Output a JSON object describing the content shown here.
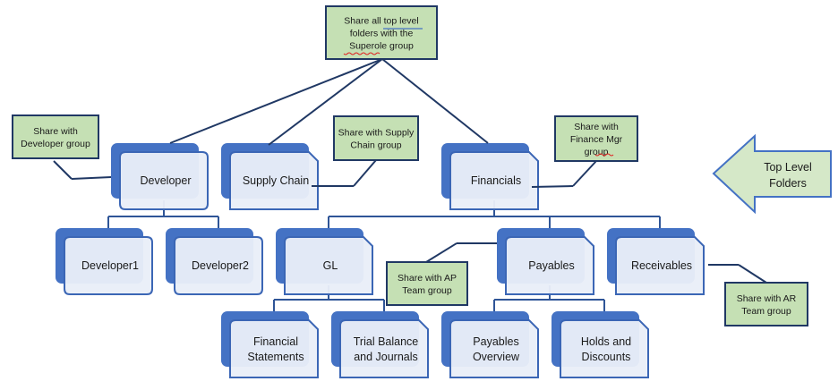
{
  "colors": {
    "folder_back": "#4472C4",
    "folder_front": "#E9EEF8",
    "folder_outline": "#3B66B5",
    "connector": "#2F5597",
    "note_fill": "#C5E0B4",
    "note_border": "#203864",
    "arrow_fill": "#D5E8C8",
    "arrow_border": "#4472C4",
    "spell_underline": "#E02020",
    "grammar_underline": "#4472C4"
  },
  "folders": [
    {
      "id": "developer",
      "lines": [
        "Developer"
      ],
      "level": 1
    },
    {
      "id": "supply-chain",
      "lines": [
        "Supply Chain"
      ],
      "level": 1
    },
    {
      "id": "financials",
      "lines": [
        "Financials"
      ],
      "level": 1
    },
    {
      "id": "developer1",
      "lines": [
        "Developer1"
      ],
      "level": 2
    },
    {
      "id": "developer2",
      "lines": [
        "Developer2"
      ],
      "level": 2
    },
    {
      "id": "gl",
      "lines": [
        "GL"
      ],
      "level": 2
    },
    {
      "id": "payables",
      "lines": [
        "Payables"
      ],
      "level": 2
    },
    {
      "id": "receivables",
      "lines": [
        "Receivables"
      ],
      "level": 2
    },
    {
      "id": "financial-statements",
      "lines": [
        "Financial",
        "Statements"
      ],
      "level": 3
    },
    {
      "id": "trial-balance",
      "lines": [
        "Trial Balance",
        "and Journals"
      ],
      "level": 3
    },
    {
      "id": "payables-overview",
      "lines": [
        "Payables",
        "Overview"
      ],
      "level": 3
    },
    {
      "id": "holds-discounts",
      "lines": [
        "Holds and",
        "Discounts"
      ],
      "level": 3
    }
  ],
  "edges": [
    [
      "developer",
      "developer1"
    ],
    [
      "developer",
      "developer2"
    ],
    [
      "financials",
      "gl"
    ],
    [
      "financials",
      "payables"
    ],
    [
      "financials",
      "receivables"
    ],
    [
      "gl",
      "financial-statements"
    ],
    [
      "gl",
      "trial-balance"
    ],
    [
      "payables",
      "payables-overview"
    ],
    [
      "payables",
      "holds-discounts"
    ]
  ],
  "notes": [
    {
      "id": "superole",
      "lines": [
        "Share all top level",
        "folders with the",
        "Superole group"
      ],
      "targets": [
        "developer",
        "supply-chain",
        "financials"
      ]
    },
    {
      "id": "developer-group",
      "lines": [
        "Share with",
        "Developer group"
      ],
      "targets": [
        "developer"
      ]
    },
    {
      "id": "supply-chain-group",
      "lines": [
        "Share with Supply",
        "Chain group"
      ],
      "targets": [
        "supply-chain"
      ]
    },
    {
      "id": "finance-mgr-group",
      "lines": [
        "Share with",
        "Finance Mgr",
        "group"
      ],
      "targets": [
        "financials"
      ]
    },
    {
      "id": "ap-team-group",
      "lines": [
        "Share with AP",
        "Team group"
      ],
      "targets": [
        "payables"
      ]
    },
    {
      "id": "ar-team-group",
      "lines": [
        "Share with AR",
        "Team group"
      ],
      "targets": [
        "receivables"
      ]
    }
  ],
  "callout_arrow": {
    "lines": [
      "Top Level",
      "Folders"
    ],
    "direction": "left"
  }
}
